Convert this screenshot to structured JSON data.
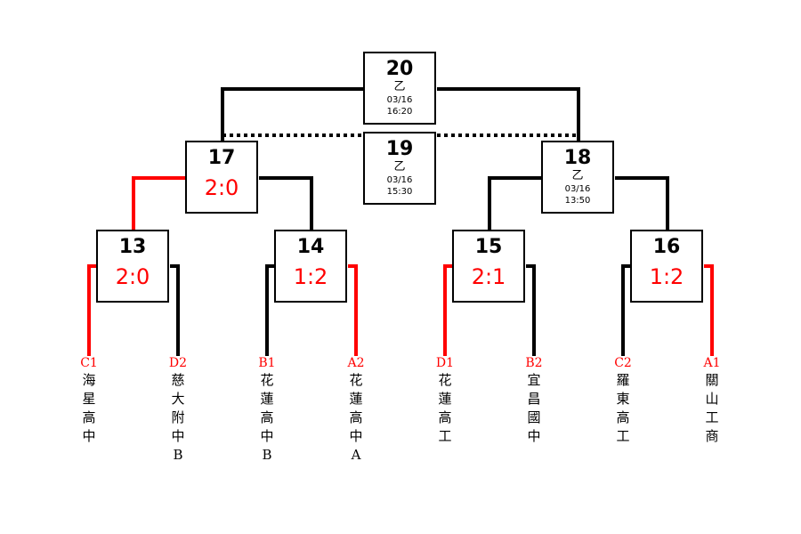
{
  "colors": {
    "win": "#ff0000",
    "line": "#000000"
  },
  "matches": [
    {
      "id": "20",
      "group": "乙",
      "date": "03/16",
      "time": "16:20"
    },
    {
      "id": "19",
      "group": "乙",
      "date": "03/16",
      "time": "15:30"
    },
    {
      "id": "17",
      "score": "2:0"
    },
    {
      "id": "18",
      "group": "乙",
      "date": "03/16",
      "time": "13:50"
    },
    {
      "id": "13",
      "score": "2:0"
    },
    {
      "id": "14",
      "score": "1:2"
    },
    {
      "id": "15",
      "score": "2:1"
    },
    {
      "id": "16",
      "score": "1:2"
    }
  ],
  "teams": [
    {
      "seed": "C1",
      "name": [
        "海",
        "星",
        "高",
        "中"
      ]
    },
    {
      "seed": "D2",
      "name": [
        "慈",
        "大",
        "附",
        "中",
        "B"
      ]
    },
    {
      "seed": "B1",
      "name": [
        "花",
        "蓮",
        "高",
        "中",
        "B"
      ]
    },
    {
      "seed": "A2",
      "name": [
        "花",
        "蓮",
        "高",
        "中",
        "A"
      ]
    },
    {
      "seed": "D1",
      "name": [
        "花",
        "蓮",
        "高",
        "工"
      ]
    },
    {
      "seed": "B2",
      "name": [
        "宜",
        "昌",
        "國",
        "中"
      ]
    },
    {
      "seed": "C2",
      "name": [
        "羅",
        "東",
        "高",
        "工"
      ]
    },
    {
      "seed": "A1",
      "name": [
        "關",
        "山",
        "工",
        "商"
      ]
    }
  ]
}
